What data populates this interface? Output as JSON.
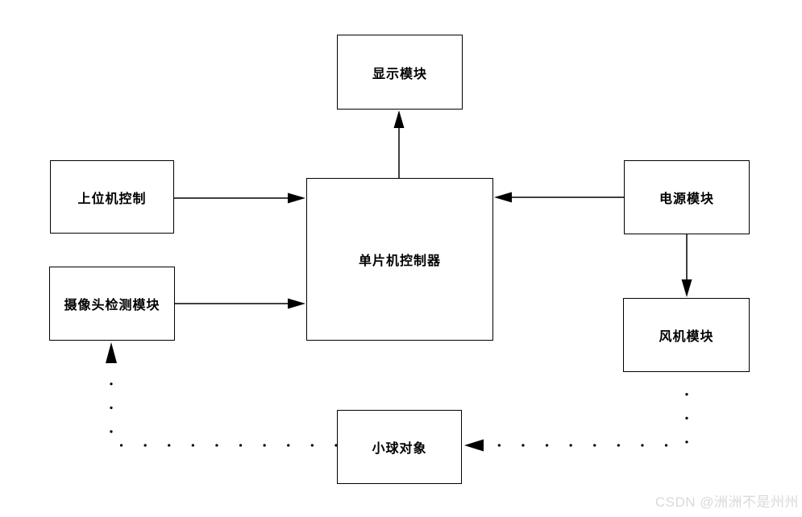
{
  "diagram": {
    "nodes": {
      "display": {
        "label": "显示模块"
      },
      "host": {
        "label": "上位机控制"
      },
      "camera": {
        "label": "摄像头检测模块"
      },
      "mcu": {
        "label": "单片机控制器"
      },
      "power": {
        "label": "电源模块"
      },
      "fan": {
        "label": "风机模块"
      },
      "ball": {
        "label": "小球对象"
      }
    },
    "edges": [
      {
        "from": "mcu",
        "to": "display",
        "style": "solid"
      },
      {
        "from": "host",
        "to": "mcu",
        "style": "solid"
      },
      {
        "from": "camera",
        "to": "mcu",
        "style": "solid"
      },
      {
        "from": "power",
        "to": "mcu",
        "style": "solid"
      },
      {
        "from": "power",
        "to": "fan",
        "style": "solid"
      },
      {
        "from": "fan",
        "to": "ball",
        "style": "dotted"
      },
      {
        "from": "ball",
        "to": "camera",
        "style": "dotted"
      }
    ]
  },
  "watermark": {
    "text": "CSDN @洲洲不是州州"
  },
  "colors": {
    "background": "#ffffff",
    "line": "#000000",
    "box_border": "#000000",
    "text": "#000000",
    "watermark": "#d9d9d9"
  }
}
